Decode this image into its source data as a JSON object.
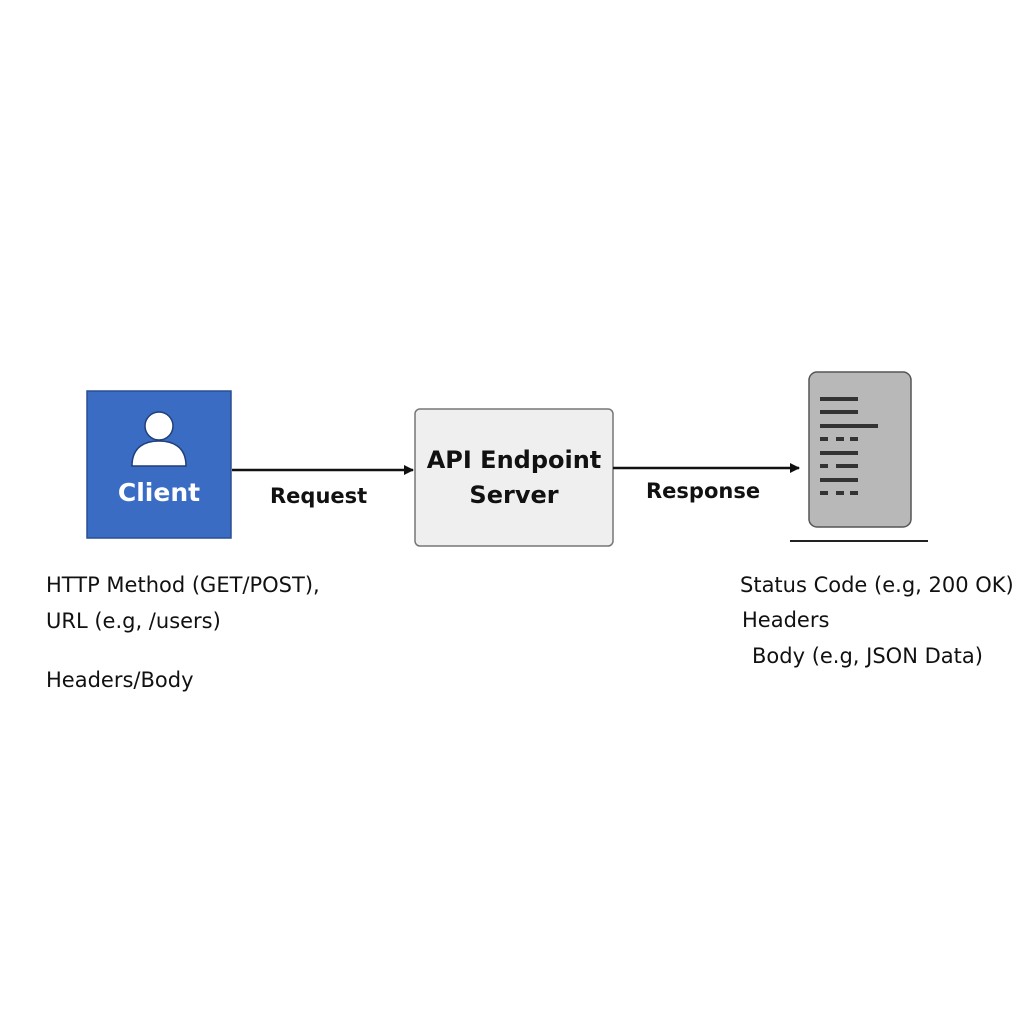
{
  "nodes": {
    "client": {
      "label": "Client",
      "color": "#3a6cc3"
    },
    "server": {
      "line1": "API Endpoint",
      "line2": "Server",
      "color": "#efefef"
    },
    "document": {
      "color": "#b8b8b8"
    }
  },
  "edges": {
    "request": {
      "label": "Request"
    },
    "response": {
      "label": "Response"
    }
  },
  "notes": {
    "request": [
      "HTTP Method (GET/POST),",
      "URL (e.g, /users)",
      "Headers/Body"
    ],
    "response": [
      "Status Code (e.g, 200 OK)",
      "Headers",
      "Body (e.g, JSON Data)"
    ]
  },
  "icons": {
    "client": "user-icon",
    "response": "document-icon"
  }
}
